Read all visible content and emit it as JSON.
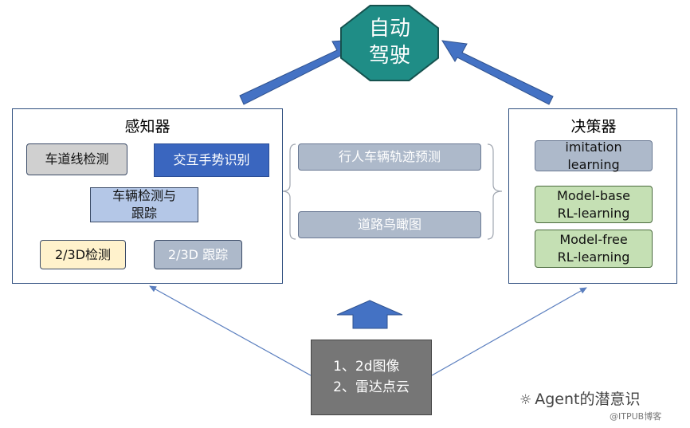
{
  "goal": {
    "line1": "自动",
    "line2": "驾驶"
  },
  "perception": {
    "title": "感知器",
    "items": {
      "lane": "车道线检测",
      "gesture": "交互手势识别",
      "vehicle_line1": "车辆检测与",
      "vehicle_line2": "跟踪",
      "det3d": "2/3D检测",
      "track3d": "2/3D 跟踪"
    }
  },
  "middle": {
    "pedestrian": "行人车辆轨迹预测",
    "bev": "道路鸟瞰图"
  },
  "decision": {
    "title": "决策器",
    "imitation_line1": "imitation",
    "imitation_line2": "learning",
    "model_based_line1": "Model-base",
    "model_based_line2": "RL-learning",
    "model_free_line1": "Model-free",
    "model_free_line2": "RL-learning"
  },
  "input": {
    "line1": "1、2d图像",
    "line2": "2、雷达点云"
  },
  "watermark": {
    "brand": "Agent的潜意识",
    "source": "@ITPUB博客"
  },
  "colors": {
    "teal": "#1f8d86",
    "arrow_blue": "#4472c4",
    "dark_blue": "#3a66bf",
    "light_blue": "#b4c7e7",
    "green": "#c5e0b4",
    "yellow": "#fff2cc",
    "gray": "#767676"
  }
}
